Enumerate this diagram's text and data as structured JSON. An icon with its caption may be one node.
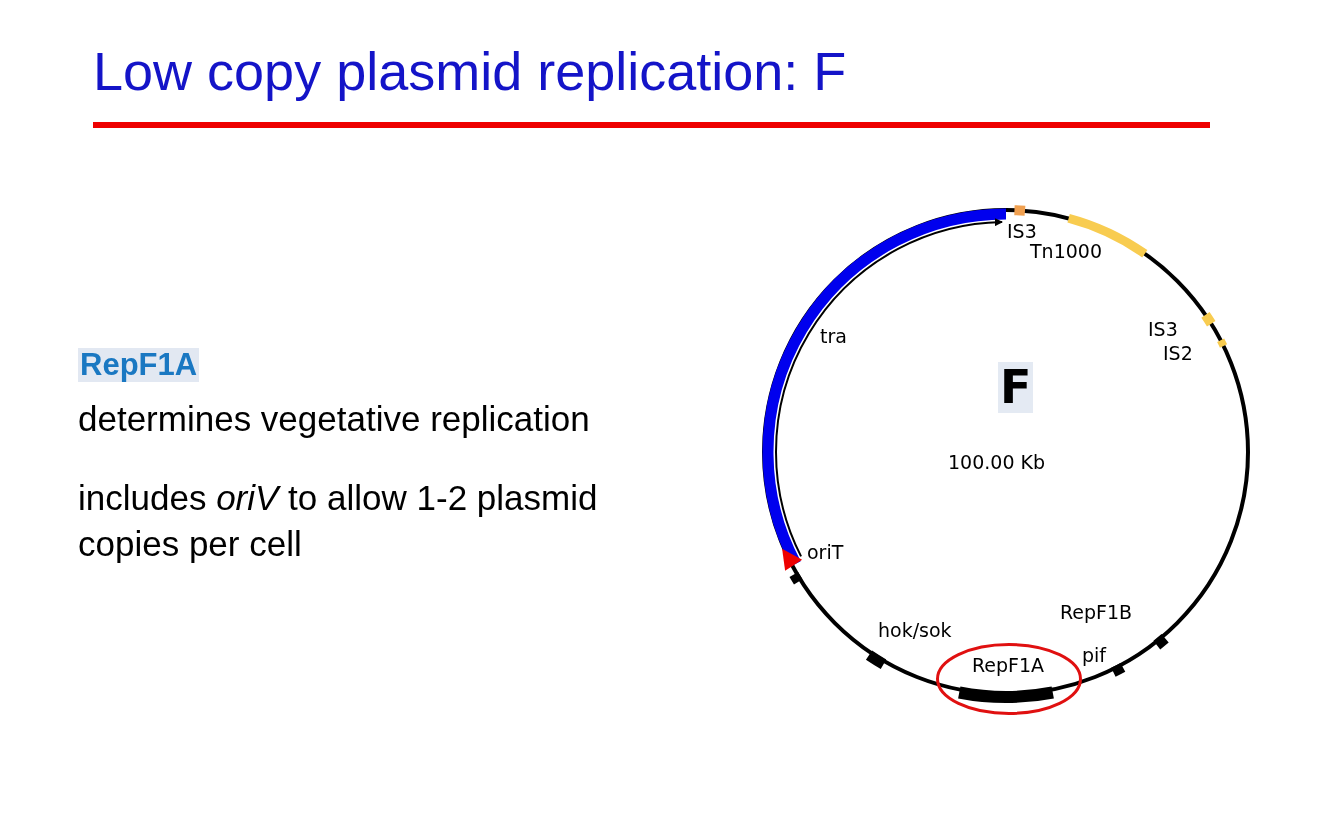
{
  "diagram": {
    "title": "Low copy plasmid replication: F",
    "nodes": [
      {
        "text": [
          "RepF1A"
        ]
      }
    ],
    "edges": [],
    "labels": [
      "RepF1A",
      "determines vegetative replication",
      "includes *oriV* to allow 1-2 plasmid copies per cell",
      "IS3",
      "Tn1000",
      "tra",
      "IS3",
      "IS2",
      "F",
      "100.00 Kb",
      "oriT",
      "RepF1B",
      "hok/sok",
      "pif"
    ]
  }
}
